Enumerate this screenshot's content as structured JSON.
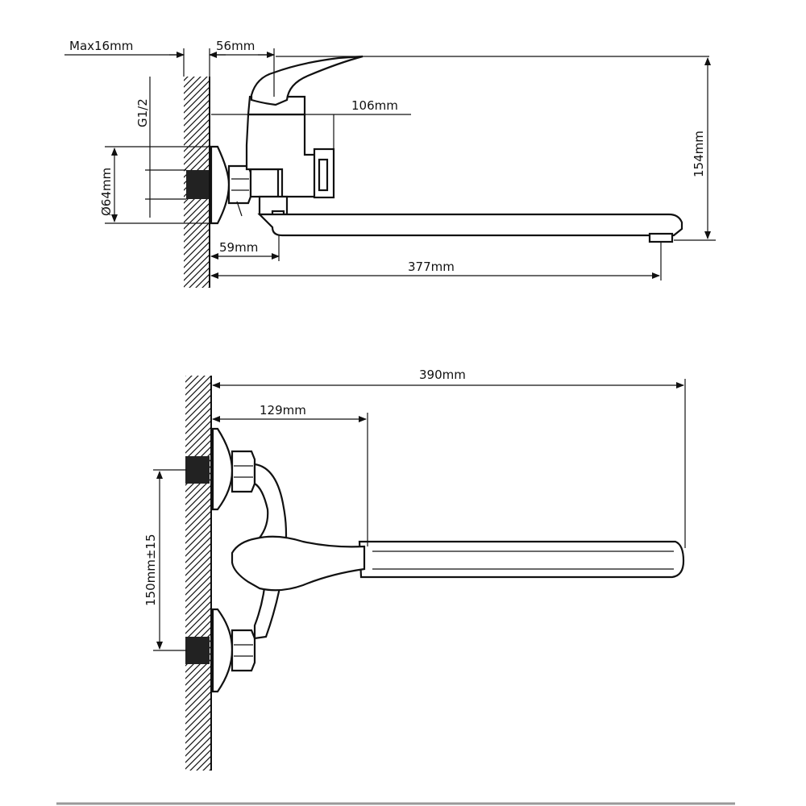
{
  "side_view": {
    "dim_wall_thickness": "Max16mm",
    "dim_handle_offset": "56mm",
    "dim_outlet_depth": "106mm",
    "dim_thread": "G1/2",
    "dim_flange": "Ø64mm",
    "dim_total_height": "154mm",
    "dim_base_offset": "59mm",
    "dim_spout_reach": "377mm"
  },
  "top_view": {
    "dim_total_length": "390mm",
    "dim_handle_reach": "129mm",
    "dim_center_distance": "150mm±15"
  }
}
